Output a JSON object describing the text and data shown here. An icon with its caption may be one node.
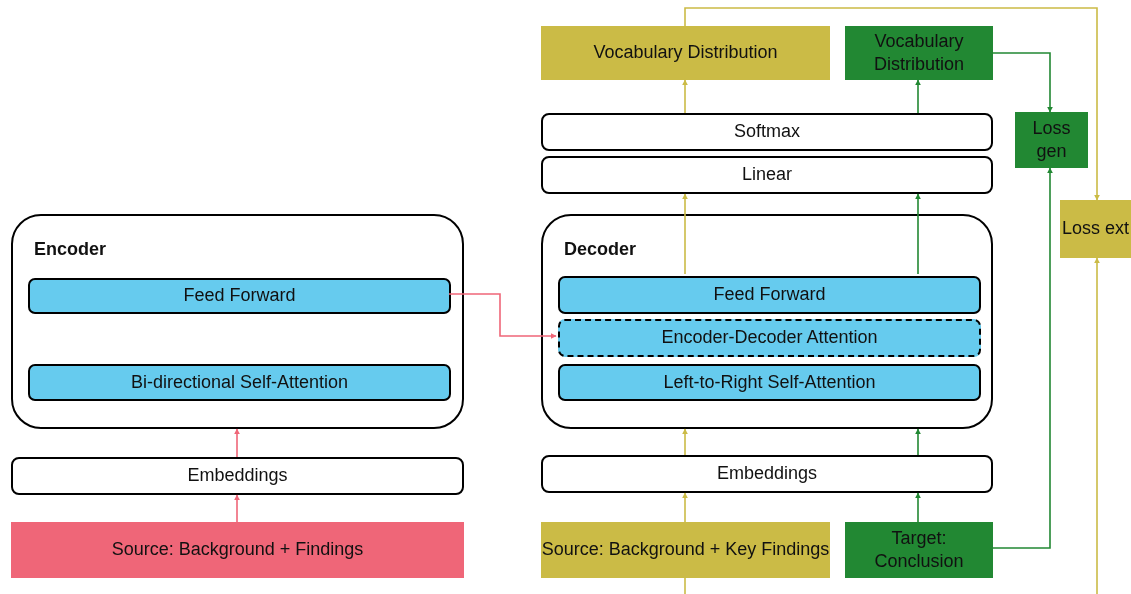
{
  "diagram": {
    "nodes": [
      {
        "text": [
          "Vocabulary Distribution"
        ]
      },
      {
        "text": [
          "Vocabulary Distribution"
        ]
      },
      {
        "text": [
          "Loss gen"
        ]
      },
      {
        "text": [
          "Softmax"
        ]
      },
      {
        "text": [
          "Linear"
        ]
      },
      {
        "text": [
          "Loss ext"
        ]
      },
      {
        "text": [
          "Encoder"
        ]
      },
      {
        "text": [
          "Feed Forward"
        ],
        "in": 6
      },
      {
        "text": [
          "Bi-directional Self-Attention"
        ],
        "in": 6
      },
      {
        "text": [
          "Decoder"
        ]
      },
      {
        "text": [
          "Feed Forward"
        ],
        "in": 9
      },
      {
        "text": [
          "Encoder-Decoder Attention"
        ],
        "in": 9
      },
      {
        "text": [
          "Left-to-Right Self-Attention"
        ],
        "in": 9
      },
      {
        "text": [
          "Embeddings"
        ]
      },
      {
        "text": [
          "Embeddings"
        ]
      },
      {
        "text": [
          "Source: Background + Findings"
        ]
      },
      {
        "text": [
          "Source: Background + Key Findings"
        ]
      },
      {
        "text": [
          "Target: Conclusion"
        ]
      }
    ],
    "edges": [
      {
        "from": 15,
        "to": 13,
        "arrow": "to",
        "color": "#ef6678"
      },
      {
        "from": 13,
        "to": 6,
        "arrow": "to",
        "color": "#ef6678"
      },
      {
        "from": 7,
        "to": 11,
        "arrow": "to",
        "color": "#ef6678"
      },
      {
        "from": 16,
        "to": 14,
        "arrow": "to",
        "color": "#cbbb46"
      },
      {
        "from": 14,
        "to": 9,
        "arrow": "to",
        "color": "#cbbb46"
      },
      {
        "from": 10,
        "to": 4,
        "arrow": "to",
        "color": "#cbbb46"
      },
      {
        "from": 3,
        "to": 0,
        "arrow": "to",
        "color": "#cbbb46"
      },
      {
        "from": 0,
        "to": 5,
        "arrow": "to",
        "color": "#cbbb46"
      },
      {
        "from": null,
        "to": 5,
        "arrow": "to",
        "color": "#cbbb46"
      },
      {
        "from": 16,
        "to": null,
        "arrow": "none",
        "color": "#cbbb46"
      },
      {
        "from": 17,
        "to": 14,
        "arrow": "to",
        "color": "#228833"
      },
      {
        "from": 14,
        "to": 9,
        "arrow": "to",
        "color": "#228833"
      },
      {
        "from": 10,
        "to": 4,
        "arrow": "to",
        "color": "#228833"
      },
      {
        "from": 3,
        "to": 1,
        "arrow": "to",
        "color": "#228833"
      },
      {
        "from": 1,
        "to": 2,
        "arrow": "to",
        "color": "#228833"
      },
      {
        "from": 17,
        "to": 2,
        "arrow": "to",
        "color": "#228833"
      }
    ]
  }
}
